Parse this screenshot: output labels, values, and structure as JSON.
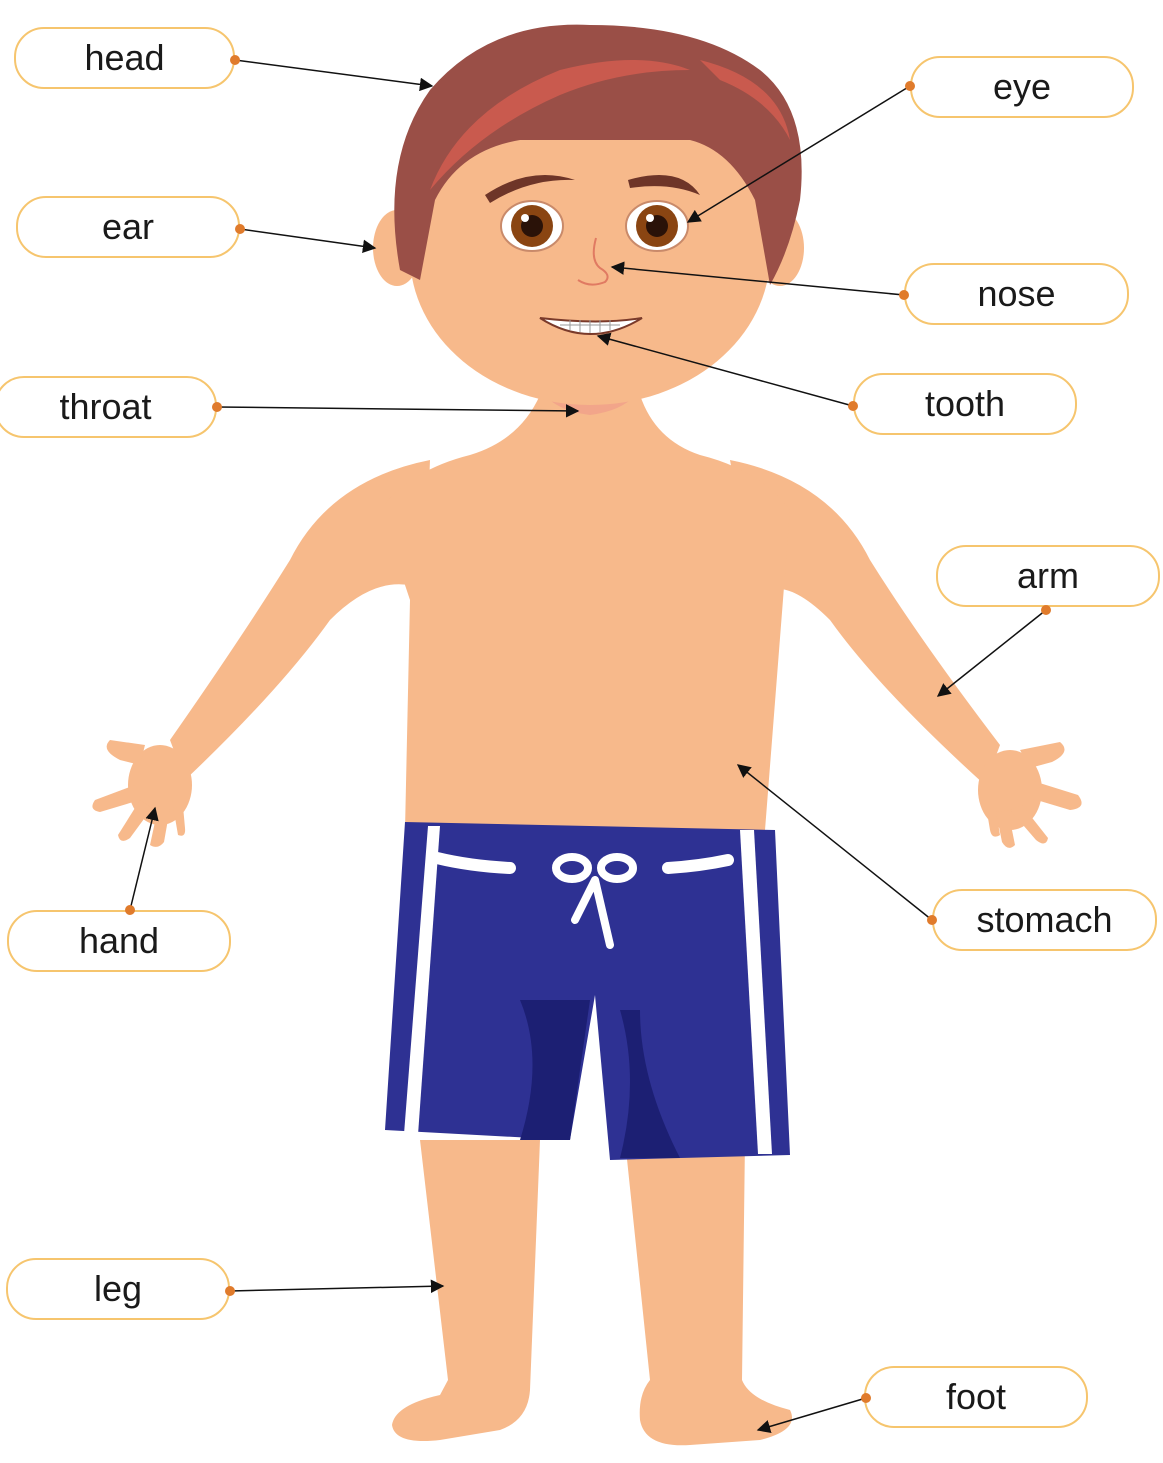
{
  "colors": {
    "skin": "#f7b98b",
    "hair": "#9a4f47",
    "hair_highlight": "#c95a4e",
    "shorts": "#2e3193",
    "shorts_dark": "#1c1f73",
    "label_border": "#f6c56e",
    "dot": "#e07b2c",
    "arrow": "#111111"
  },
  "labels": {
    "head": "head",
    "ear": "ear",
    "throat": "throat",
    "hand": "hand",
    "leg": "leg",
    "eye": "eye",
    "nose": "nose",
    "tooth": "tooth",
    "arm": "arm",
    "stomach": "stomach",
    "foot": "foot"
  }
}
